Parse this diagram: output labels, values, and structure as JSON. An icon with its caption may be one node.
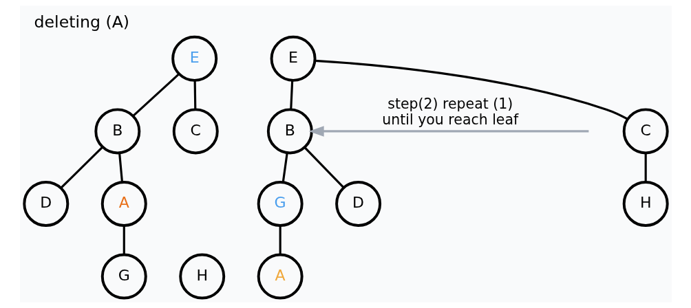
{
  "diagram": {
    "title": "deleting (A)",
    "nodes": [
      {
        "text": [
          "E"
        ]
      },
      {
        "text": [
          "B"
        ]
      },
      {
        "text": [
          "C"
        ]
      },
      {
        "text": [
          "D"
        ]
      },
      {
        "text": [
          "A"
        ]
      },
      {
        "text": [
          "H"
        ]
      },
      {
        "text": [
          "G"
        ]
      },
      {
        "text": [
          "E"
        ]
      },
      {
        "text": [
          "B"
        ]
      },
      {
        "text": [
          "C"
        ]
      },
      {
        "text": [
          "D"
        ]
      },
      {
        "text": [
          "G"
        ]
      },
      {
        "text": [
          "H"
        ]
      },
      {
        "text": [
          "A"
        ]
      }
    ],
    "edges": [
      {
        "from": 0,
        "to": 1,
        "arrow": "none"
      },
      {
        "from": 0,
        "to": 2,
        "arrow": "none"
      },
      {
        "from": 1,
        "to": 3,
        "arrow": "none"
      },
      {
        "from": 1,
        "to": 4,
        "arrow": "none"
      },
      {
        "from": 4,
        "to": 6,
        "arrow": "none"
      },
      {
        "from": 7,
        "to": 8,
        "arrow": "none"
      },
      {
        "from": 7,
        "to": 9,
        "arrow": "none"
      },
      {
        "from": 8,
        "to": 10,
        "arrow": "none"
      },
      {
        "from": 8,
        "to": 11,
        "arrow": "none"
      },
      {
        "from": 9,
        "to": 12,
        "arrow": "none"
      },
      {
        "from": 11,
        "to": 13,
        "arrow": "none"
      },
      {
        "from": null,
        "to": 8,
        "arrow": "to",
        "label": "step(2) repeat (1) until you reach leaf",
        "color": "#a0a8b4"
      }
    ]
  }
}
